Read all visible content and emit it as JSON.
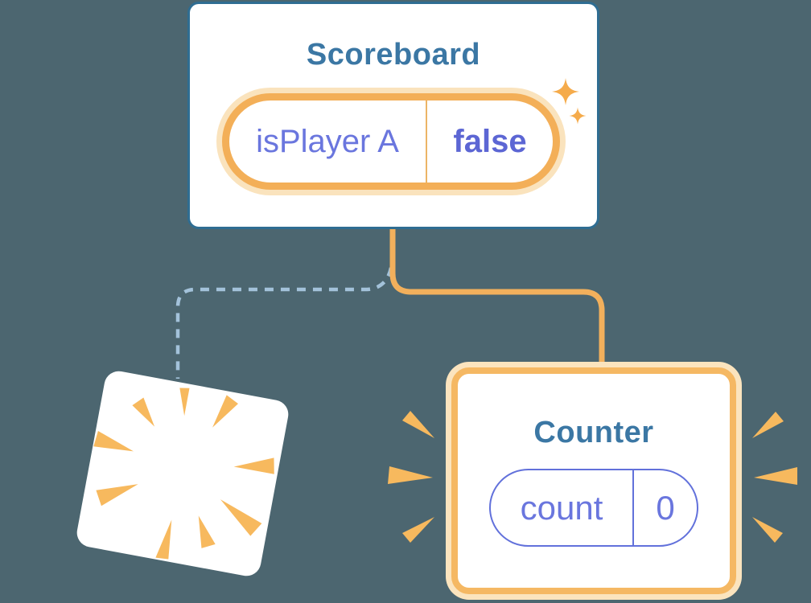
{
  "canvas": {
    "background_color": "#4C6670"
  },
  "scoreboard_card": {
    "title": "Scoreboard",
    "state_pill": {
      "label": "isPlayer A",
      "value": "false"
    }
  },
  "counter_card": {
    "title": "Counter",
    "state_pill": {
      "label": "count",
      "value": "0"
    }
  },
  "colors": {
    "background": "#4C6670",
    "card_border_blue": "#2F6D92",
    "title_blue": "#3B77A4",
    "state_label_purple": "#6A76DE",
    "state_value_purple": "#5C66D4",
    "pill_border_purple": "#6271DB",
    "orange_pill_border": "#F3AF58",
    "orange_halo": "#FAE3BD",
    "connector_orange": "#F2B05C",
    "ray_orange": "#F7B95E",
    "sparkle_orange": "#F5AB4B",
    "dashed_connector_blue": "#A3C2DA"
  },
  "icons": {
    "sparkles": "sparkles-icon",
    "destroyed_burst": "destroyed-burst-icon",
    "emphasis_rays": "emphasis-rays-icon"
  }
}
